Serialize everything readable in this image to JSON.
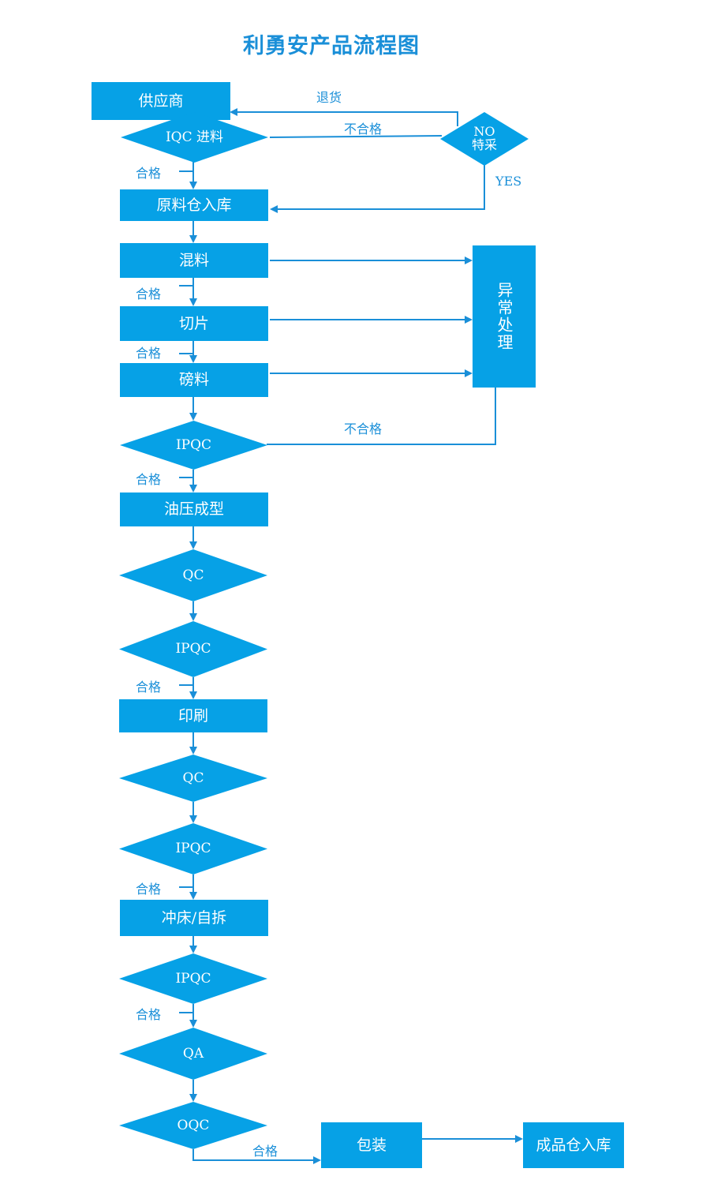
{
  "title": "利勇安产品流程图",
  "nodes": {
    "supplier": "供应商",
    "iqc": "IQC  进料",
    "special": "NO\n特采",
    "raw_storage": "原料仓入库",
    "mixing": "混料",
    "slicing": "切片",
    "weighing": "磅料",
    "ipqc1": "IPQC",
    "hydraulic": "油压成型",
    "qc1": "QC",
    "ipqc2": "IPQC",
    "printing": "印刷",
    "qc2": "QC",
    "ipqc3": "IPQC",
    "punching": "冲床/自拆",
    "ipqc4": "IPQC",
    "qa": "QA",
    "oqc": "OQC",
    "packaging": "包装",
    "finished_storage": "成品仓入库",
    "exception": "异常处理"
  },
  "labels": {
    "return": "退货",
    "fail_iqc": "不合格",
    "yes": "YES",
    "pass1": "合格",
    "pass2": "合格",
    "pass3": "合格",
    "fail_ipqc": "不合格",
    "pass4": "合格",
    "pass5": "合格",
    "pass6": "合格",
    "pass7": "合格",
    "pass8": "合格"
  },
  "colors": {
    "fill": "#06a1e6",
    "line": "#1a8fd8",
    "title": "#1a8fd8"
  }
}
